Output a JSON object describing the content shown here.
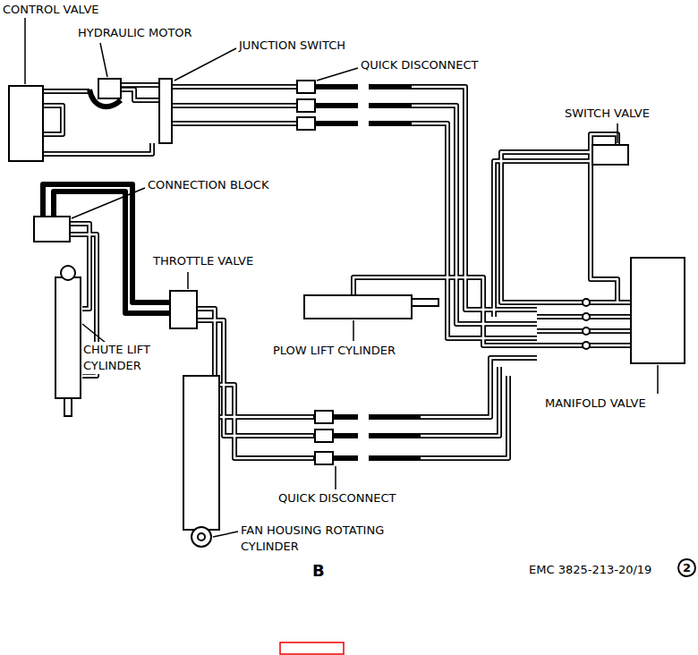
{
  "diagram": {
    "nodes": [
      {
        "text": [
          "2"
        ]
      }
    ],
    "labels": [
      "CONTROL VALVE",
      "HYDRAULIC MOTOR",
      "JUNCTION SWITCH",
      "QUICK DISCONNECT",
      "SWITCH VALVE",
      "CONNECTION BLOCK",
      "THROTTLE VALVE",
      "PLOW LIFT CYLINDER",
      "CHUTE LIFT CYLINDER",
      "MANIFOLD VALVE",
      "QUICK DISCONNECT",
      "FAN HOUSING ROTATING CYLINDER",
      "B",
      "EMC 3825-213-20/19"
    ]
  }
}
